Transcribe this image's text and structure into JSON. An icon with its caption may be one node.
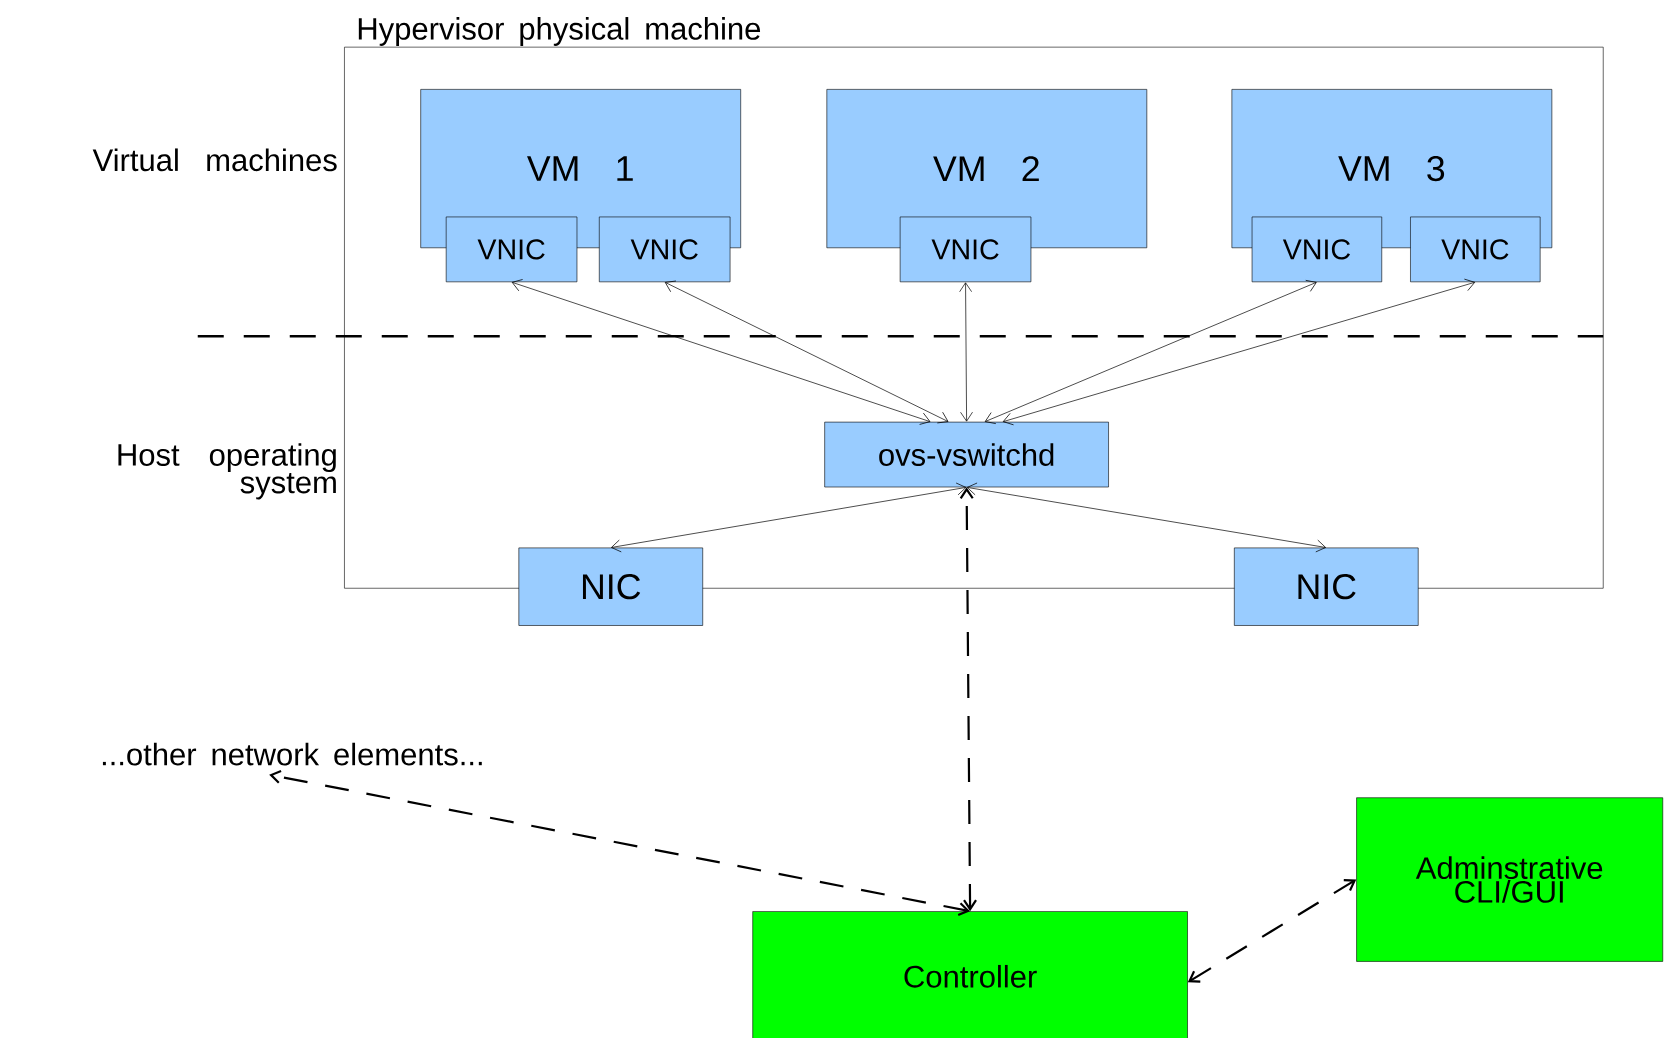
{
  "diagram": {
    "nodes": [
      {
        "text": [
          "Hypervisor physical machine"
        ]
      },
      {
        "text": [
          "VM 1"
        ],
        "in": 0
      },
      {
        "text": [
          "VNIC"
        ],
        "in": 0
      },
      {
        "text": [
          "VNIC"
        ],
        "in": 0
      },
      {
        "text": [
          "VM 2"
        ],
        "in": 0
      },
      {
        "text": [
          "VNIC"
        ],
        "in": 0
      },
      {
        "text": [
          "VM 3"
        ],
        "in": 0
      },
      {
        "text": [
          "VNIC"
        ],
        "in": 0
      },
      {
        "text": [
          "VNIC"
        ],
        "in": 0
      },
      {
        "text": [
          "ovs-vswitchd"
        ],
        "in": 0
      },
      {
        "text": [
          "NIC"
        ]
      },
      {
        "text": [
          "NIC"
        ]
      },
      {
        "text": [
          "...other network elements..."
        ]
      },
      {
        "text": [
          "Controller"
        ]
      },
      {
        "text": [
          "Adminstrative CLI/GUI"
        ]
      }
    ],
    "edges": [
      {
        "from": 9,
        "to": 2,
        "arrow": "both"
      },
      {
        "from": 9,
        "to": 3,
        "arrow": "both"
      },
      {
        "from": 9,
        "to": 5,
        "arrow": "both"
      },
      {
        "from": 9,
        "to": 7,
        "arrow": "both"
      },
      {
        "from": 9,
        "to": 8,
        "arrow": "both"
      },
      {
        "from": 9,
        "to": 10,
        "arrow": "both"
      },
      {
        "from": 9,
        "to": 11,
        "arrow": "both"
      },
      {
        "from": 13,
        "to": 9,
        "arrow": "both",
        "style": "dashed"
      },
      {
        "from": 13,
        "to": 12,
        "arrow": "both",
        "style": "dashed"
      },
      {
        "from": 13,
        "to": 14,
        "arrow": "both",
        "style": "dashed"
      }
    ],
    "labels": [
      "Virtual machines",
      "Host operating system"
    ]
  }
}
